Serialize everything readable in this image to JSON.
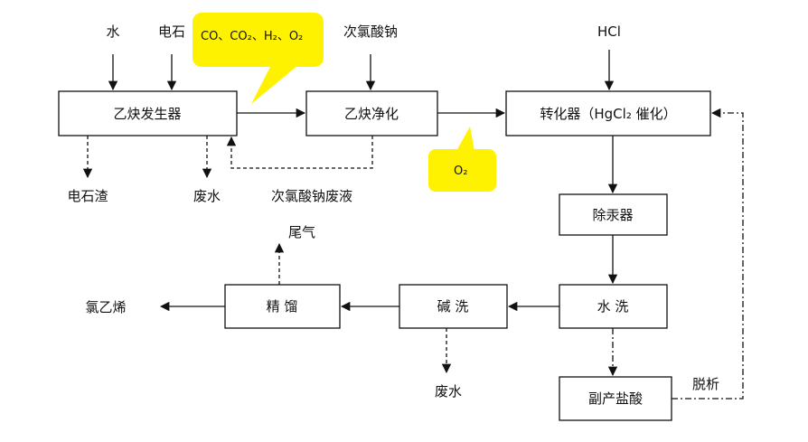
{
  "inputs": {
    "water": "水",
    "calcium_carbide": "电石",
    "sodium_hypochlorite": "次氯酸钠",
    "hcl": "HCl"
  },
  "boxes": {
    "generator": "乙炔发生器",
    "purification": "乙炔净化",
    "converter": "转化器（HgCl₂ 催化）",
    "mercury_removal": "除汞器",
    "water_wash": "水  洗",
    "alkali_wash": "碱  洗",
    "rectification": "精  馏",
    "byproduct_acid": "副产盐酸"
  },
  "outputs": {
    "carbide_slag": "电石渣",
    "waste_water_1": "废水",
    "waste_hypochlorite": "次氯酸钠废液",
    "tail_gas": "尾气",
    "vinyl_chloride": "氯乙烯",
    "waste_water_2": "废水",
    "desorption": "脱析"
  },
  "callouts": {
    "impurity_gases": "CO、CO₂、H₂、O₂",
    "oxygen": "O₂",
    "highlight_color": "#fff200"
  }
}
